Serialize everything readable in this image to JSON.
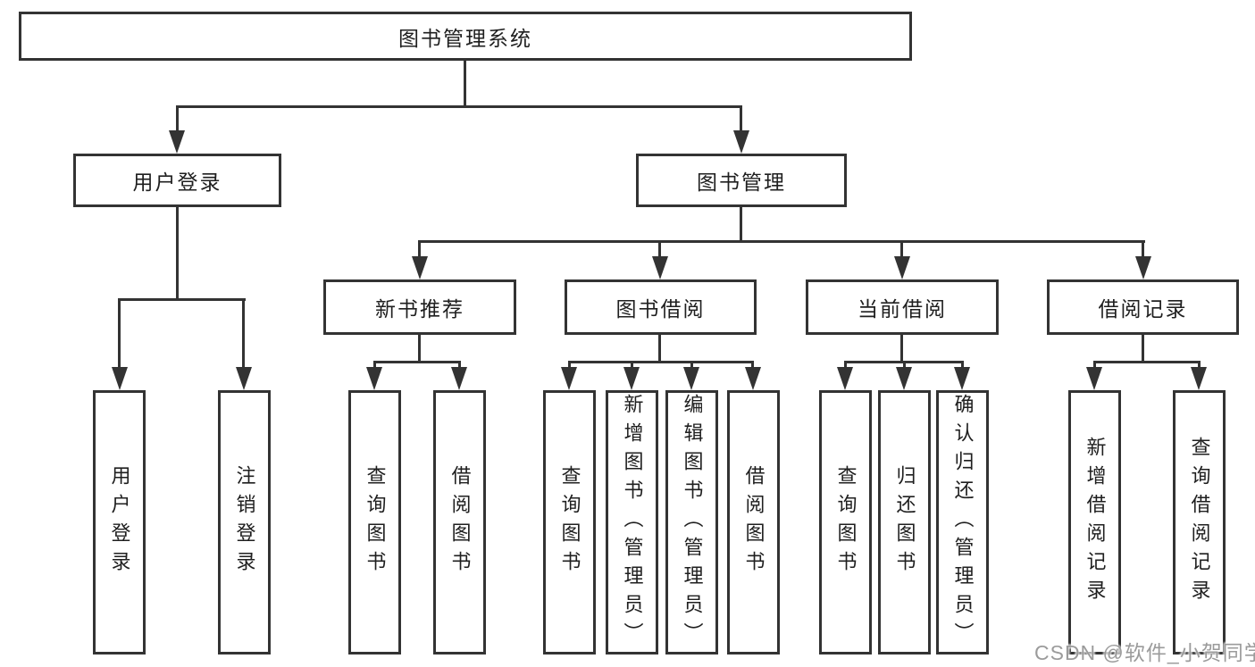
{
  "diagram": {
    "type": "hierarchy-tree",
    "colors": {
      "line": "#333333",
      "box_border": "#333333",
      "box_background": "#ffffff",
      "text": "#1f1f1f",
      "watermark_text": "#969696"
    },
    "nodes": {
      "root": "图书管理系统",
      "level1": [
        "用户登录",
        "图书管理"
      ],
      "level2": [
        "新书推荐",
        "图书借阅",
        "当前借阅",
        "借阅记录"
      ],
      "leaves": {
        "user_login": [
          "用户登录",
          "注销登录"
        ],
        "new_book_rec": [
          "查询图书",
          "借阅图书"
        ],
        "book_borrow": [
          "查询图书",
          "新增图书（管理员）",
          "编辑图书（管理员）",
          "借阅图书"
        ],
        "current_borrow": [
          "查询图书",
          "归还图书",
          "确认归还（管理员）"
        ],
        "borrow_records": [
          "新增借阅记录",
          "查询借阅记录"
        ]
      }
    },
    "watermark": "CSDN @软件_小贺同学"
  }
}
